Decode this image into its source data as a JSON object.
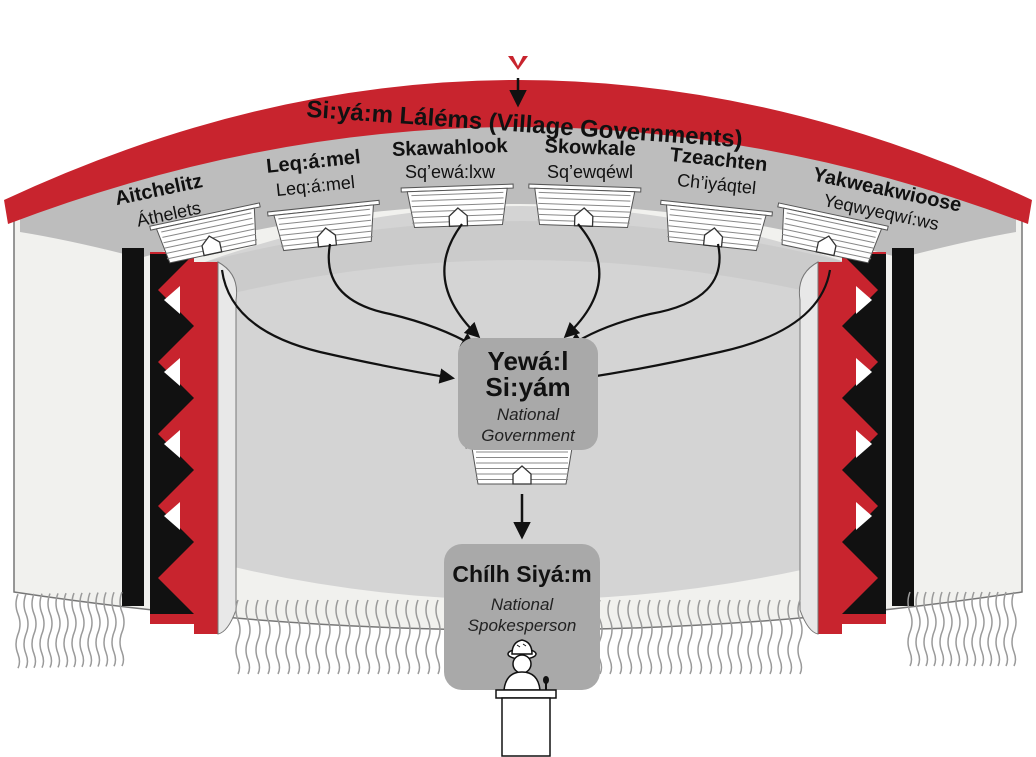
{
  "membership": {
    "title": "Membership"
  },
  "village_governments": {
    "title": "Si:yá:m Láléms (Village Governments)",
    "villages": [
      {
        "name": "Aitchelitz",
        "halq": "Áthelets"
      },
      {
        "name": "Leq:á:mel",
        "halq": "Leq:á:mel"
      },
      {
        "name": "Skawahlook",
        "halq": "Sq’ewá:lxw"
      },
      {
        "name": "Skowkale",
        "halq": "Sq’ewqéwl"
      },
      {
        "name": "Tzeachten",
        "halq": "Ch’iyáqtel"
      },
      {
        "name": "Yakweakwioose",
        "halq": "Yeqwyeqwí:ws"
      }
    ]
  },
  "national_government": {
    "title_line1": "Yewá:l",
    "title_line2": "Si:yám",
    "subtitle_line1": "National",
    "subtitle_line2": "Government"
  },
  "spokesperson": {
    "title": "Chílh Siyá:m",
    "subtitle_line1": "National",
    "subtitle_line2": "Spokesperson"
  },
  "colors": {
    "red": "#c8242e",
    "black": "#111111",
    "grey_panel": "#bdbdbd",
    "grey_box": "#a9a9a9",
    "blanket": "#f1f1ee"
  }
}
